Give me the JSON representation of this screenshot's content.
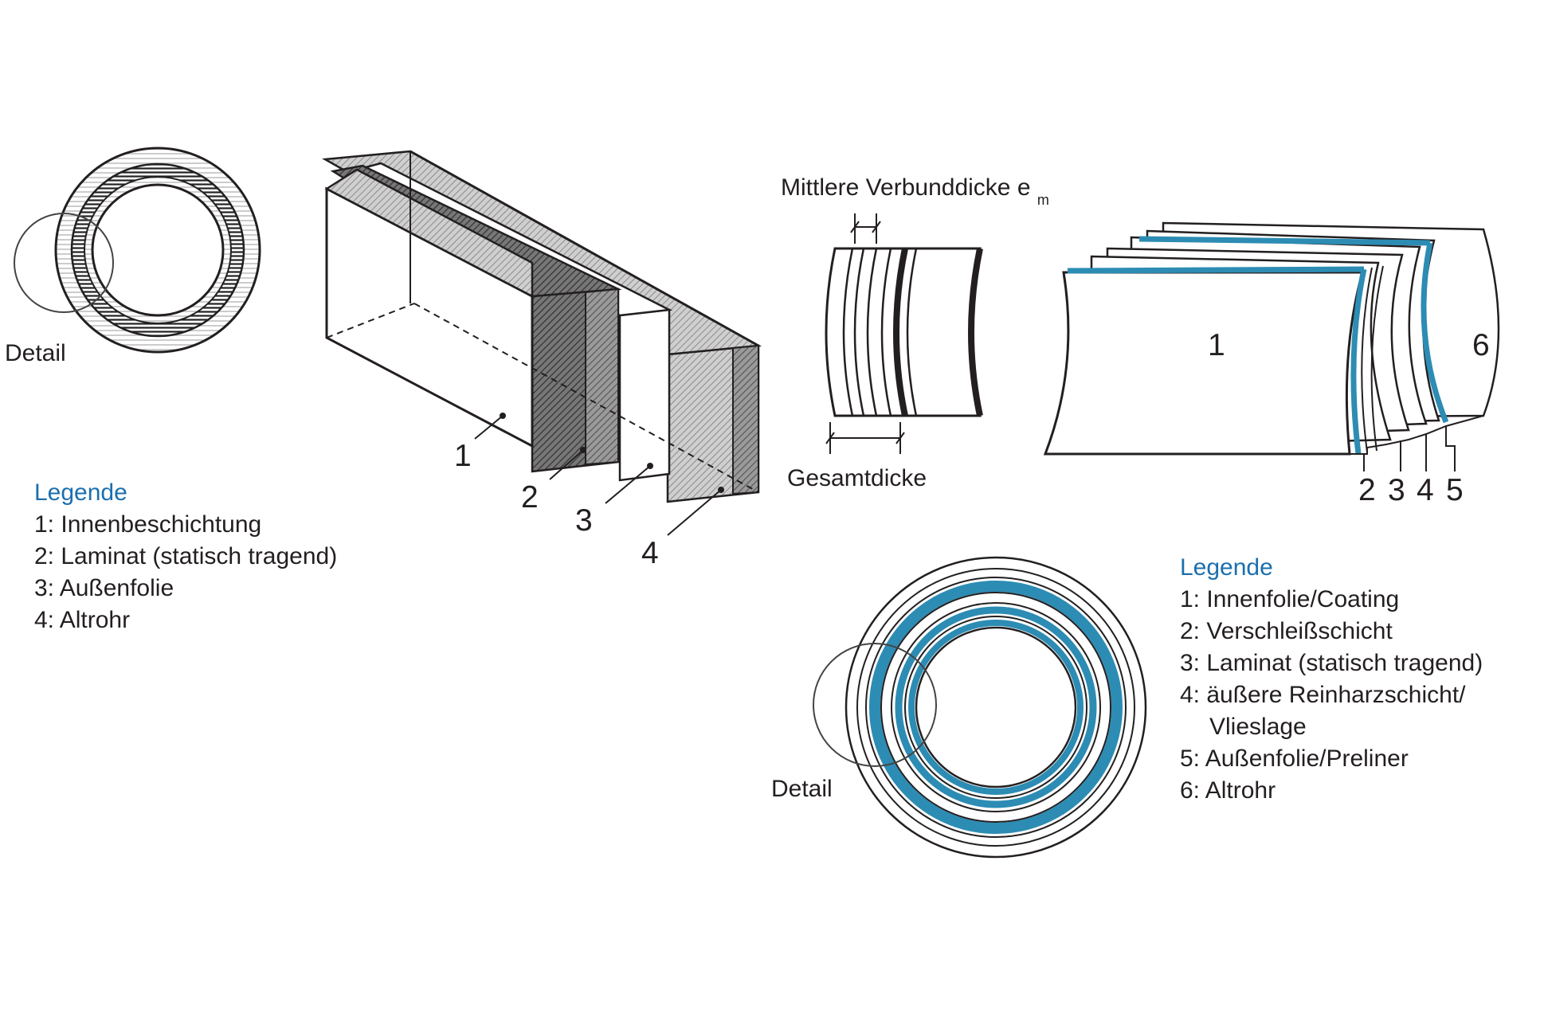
{
  "colors": {
    "accent": "#1b6fae",
    "ink": "#231f20",
    "layer_blue": "#2d8cb3",
    "hatch": "#555555"
  },
  "left": {
    "detail_label": "Detail",
    "numbers": [
      "1",
      "2",
      "3",
      "4"
    ],
    "legend": {
      "title": "Legende",
      "items": [
        "1: Innenbeschichtung",
        "2: Laminat (statisch tragend)",
        "3: Außenfolie",
        "4: Altrohr"
      ]
    }
  },
  "right": {
    "thickness_label": "Mittlere Verbunddicke e",
    "thickness_subscript": "m",
    "total_label": "Gesamtdicke",
    "pipe_numbers": [
      "1",
      "6",
      "2",
      "3",
      "4",
      "5"
    ],
    "detail_label": "Detail",
    "legend": {
      "title": "Legende",
      "items": [
        "1: Innenfolie/Coating",
        "2: Verschleißschicht",
        "3: Laminat (statisch tragend)",
        "4: äußere Reinharzschicht/",
        "Vlieslage",
        "5: Außenfolie/Preliner",
        "6: Altrohr"
      ]
    }
  }
}
